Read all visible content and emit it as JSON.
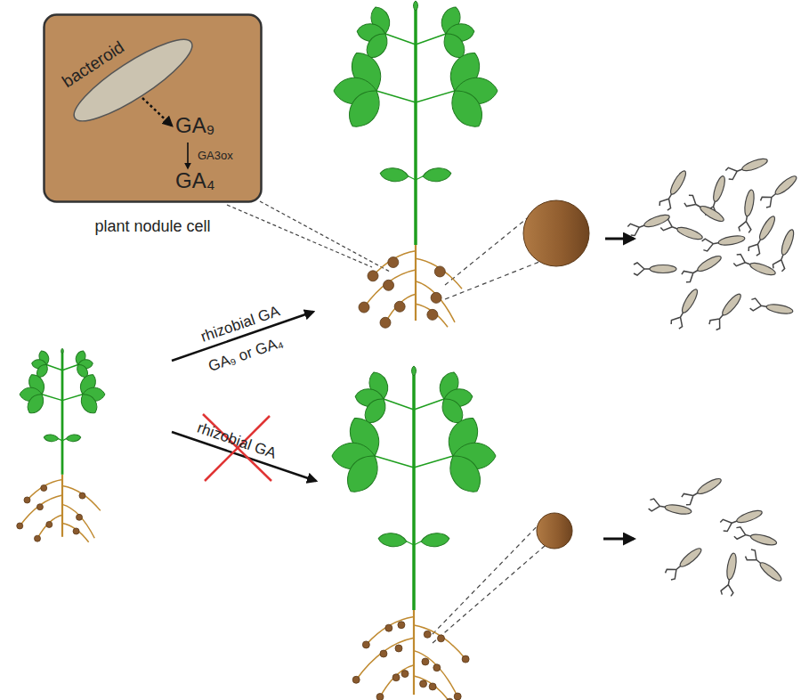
{
  "diagram": {
    "nodes": [
      {
        "text": [
          "plant nodule cell"
        ]
      },
      {
        "text": [
          "bacteroid"
        ],
        "in": 0
      }
    ],
    "labels": [
      "GA₉",
      "GA3ox",
      "GA₄",
      "rhizobial GA",
      "GA₉ or GA₄",
      "rhizobial GA"
    ]
  }
}
